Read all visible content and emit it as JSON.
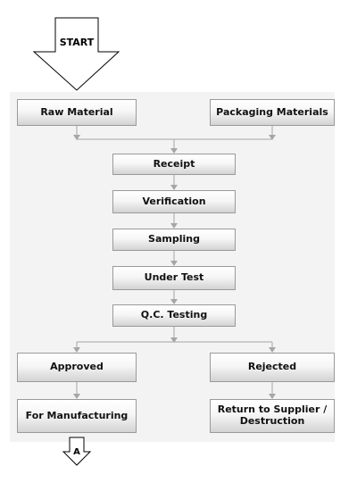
{
  "start_arrow": {
    "label": "START"
  },
  "end_arrow": {
    "label": "A"
  },
  "boxes": {
    "raw_material": "Raw Material",
    "packaging_materials": "Packaging Materials",
    "receipt": "Receipt",
    "verification": "Verification",
    "sampling": "Sampling",
    "under_test": "Under Test",
    "qc_testing": "Q.C. Testing",
    "approved": "Approved",
    "rejected": "Rejected",
    "for_manufacturing": "For Manufacturing",
    "return_line1": "Return to Supplier /",
    "return_line2": "Destruction"
  }
}
